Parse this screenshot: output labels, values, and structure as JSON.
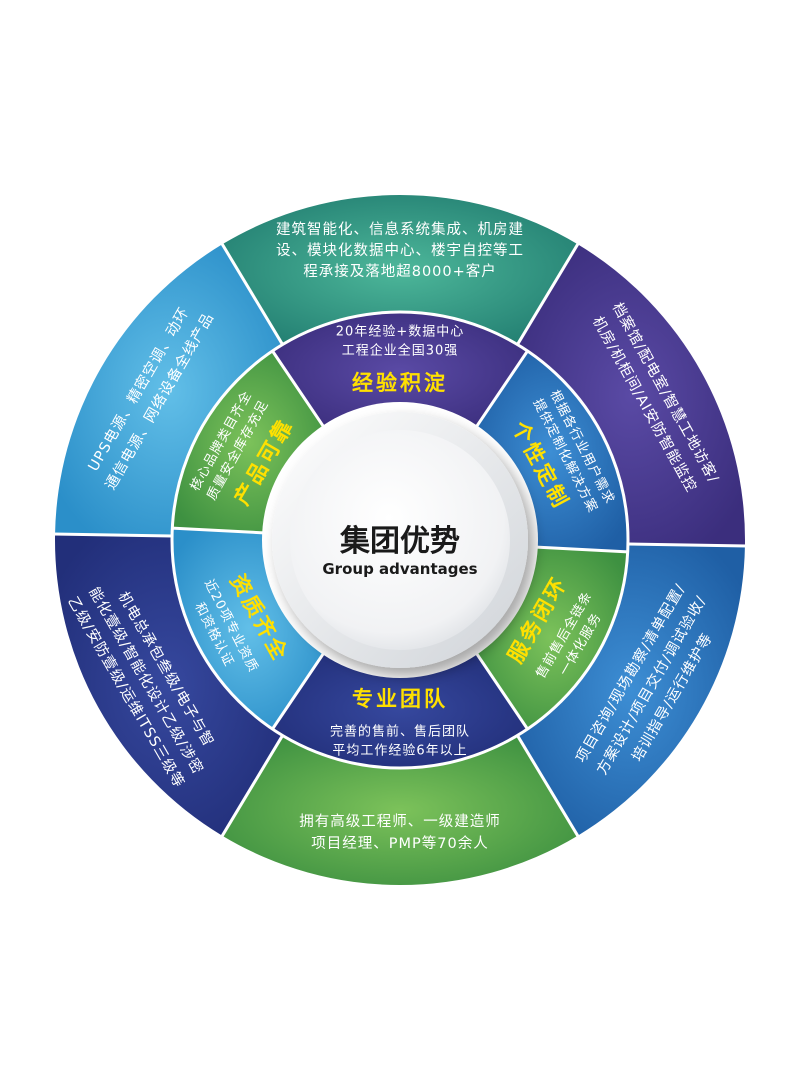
{
  "center": {
    "title": "集团优势",
    "subtitle": "Group advantages"
  },
  "colors": {
    "green": "#56a544",
    "teal": "#2c9e8a",
    "purple": "#4b3c91",
    "blue": "#2a78c0",
    "navy": "#283a8e",
    "sky": "#3aa2da",
    "highlight": "#ffe000"
  },
  "segments": [
    {
      "id": "experience",
      "title": "经验积淀",
      "inner_lines": [
        "20年经验+数据中心",
        "工程企业全国30强"
      ],
      "outer_lines": [
        "建筑智能化、信息系统集成、机房建",
        "设、模块化数据中心、楼宇自控等工",
        "程承接及落地超8000+客户"
      ]
    },
    {
      "id": "custom",
      "title": "个性定制",
      "inner_lines": [
        "根据各行业用户需求",
        "提供定制化解决方案"
      ],
      "outer_lines": [
        "档案馆/配电室/智慧工地访客/",
        "机房/机柜间/AI安防智能监控"
      ]
    },
    {
      "id": "service",
      "title": "服务闭环",
      "inner_lines": [
        "售前售后全链条",
        "一体化服务"
      ],
      "outer_lines": [
        "项目咨询/现场勘察/清单配置/",
        "方案设计/项目交付/调试验收/",
        "培训指导/运行维护等"
      ]
    },
    {
      "id": "team",
      "title": "专业团队",
      "inner_lines": [
        "完善的售前、售后团队",
        "平均工作经验6年以上"
      ],
      "outer_lines": [
        "拥有高级工程师、一级建造师",
        "项目经理、PMP等70余人"
      ]
    },
    {
      "id": "qualification",
      "title": "资质齐全",
      "inner_lines": [
        "近20项专业资质",
        "和资格认证"
      ],
      "outer_lines": [
        "机电总承包叁级/电子与智",
        "能化壹级/智能化设计乙级/涉密",
        "乙级/安防壹级/运维ITSS三级等"
      ]
    },
    {
      "id": "product",
      "title": "产品可靠",
      "inner_lines": [
        "核心品牌类目齐全",
        "质量安全库存充足"
      ],
      "outer_lines": [
        "UPS电源、精密空调、动环",
        "通信电源、网络设备全线产品"
      ]
    }
  ]
}
